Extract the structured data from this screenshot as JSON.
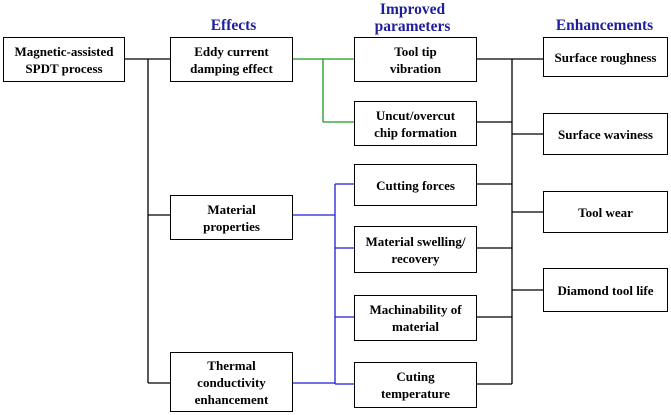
{
  "headers": {
    "effects": "Effects",
    "parameters": "Improved\nparameters",
    "enhancements": "Enhancements"
  },
  "boxes": {
    "spdt": "Magnetic-assisted\nSPDT process",
    "eddy": "Eddy current\ndamping effect",
    "material": "Material\nproperties",
    "thermal": "Thermal\nconductivity\nenhancement",
    "tool_tip": "Tool tip\nvibration",
    "chip": "Uncut/overcut\nchip formation",
    "forces": "Cutting forces",
    "swelling": "Material swelling/\nrecovery",
    "machinability": "Machinability of\nmaterial",
    "temperature": "Cuting\ntemperature",
    "roughness": "Surface roughness",
    "waviness": "Surface waviness",
    "wear": "Tool wear",
    "life": "Diamond tool life"
  },
  "colors": {
    "header_text": "#1f1f9e",
    "eddy_links": "#1a9a1a",
    "material_thermal_links": "#1f1fd0",
    "main_links": "#000000"
  }
}
